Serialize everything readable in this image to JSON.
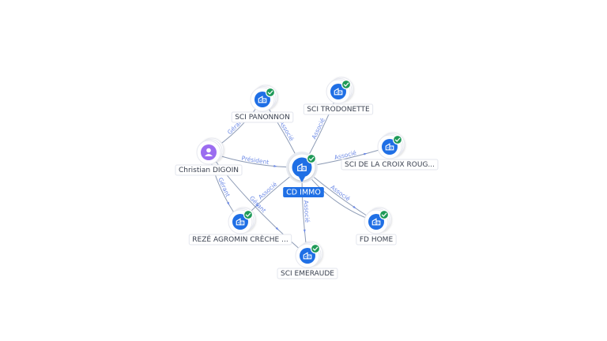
{
  "colors": {
    "company": "#1f6fe5",
    "person": "#9b6cf0",
    "check": "#1f9a58",
    "edge": "#8d9bb5",
    "edge_label": "#6d8ae6",
    "center_label_bg": "#1f6fe5"
  },
  "graph": {
    "center": {
      "id": "cd",
      "label": "CD IMMO",
      "icon": "building-icon",
      "verified": true
    },
    "nodes": [
      {
        "id": "pan",
        "label": "SCI PANONNON",
        "type": "company",
        "icon": "building-icon",
        "verified": true
      },
      {
        "id": "tro",
        "label": "SCI TRODONETTE",
        "type": "company",
        "icon": "building-icon",
        "verified": true
      },
      {
        "id": "croix",
        "label": "SCI DE LA CROIX ROUG...",
        "type": "company",
        "icon": "building-icon",
        "verified": true
      },
      {
        "id": "fd",
        "label": "FD HOME",
        "type": "company",
        "icon": "building-icon",
        "verified": true
      },
      {
        "id": "eme",
        "label": "SCI EMERAUDE",
        "type": "company",
        "icon": "building-icon",
        "verified": true
      },
      {
        "id": "reze",
        "label": "REZÉ AGROMIN CRÈCHE ...",
        "type": "company",
        "icon": "building-icon",
        "verified": true
      },
      {
        "id": "chris",
        "label": "Christian DIGOIN",
        "type": "person",
        "icon": "person-icon",
        "verified": false
      }
    ],
    "edges": [
      {
        "from": "cd",
        "to": "pan",
        "label": "Associé"
      },
      {
        "from": "cd",
        "to": "tro",
        "label": "Associé"
      },
      {
        "from": "cd",
        "to": "croix",
        "label": "Associé"
      },
      {
        "from": "cd",
        "to": "fd",
        "label": "Associé"
      },
      {
        "from": "cd",
        "to": "eme",
        "label": "Associé"
      },
      {
        "from": "cd",
        "to": "reze",
        "label": "Associé"
      },
      {
        "from": "chris",
        "to": "cd",
        "label": "Président"
      },
      {
        "from": "chris",
        "to": "pan",
        "label": "Gérant"
      },
      {
        "from": "chris",
        "to": "reze",
        "label": "Gérant"
      },
      {
        "from": "chris",
        "to": "eme",
        "label": "Gérant"
      },
      {
        "from": "cd",
        "to": "fd",
        "label": ""
      }
    ]
  }
}
